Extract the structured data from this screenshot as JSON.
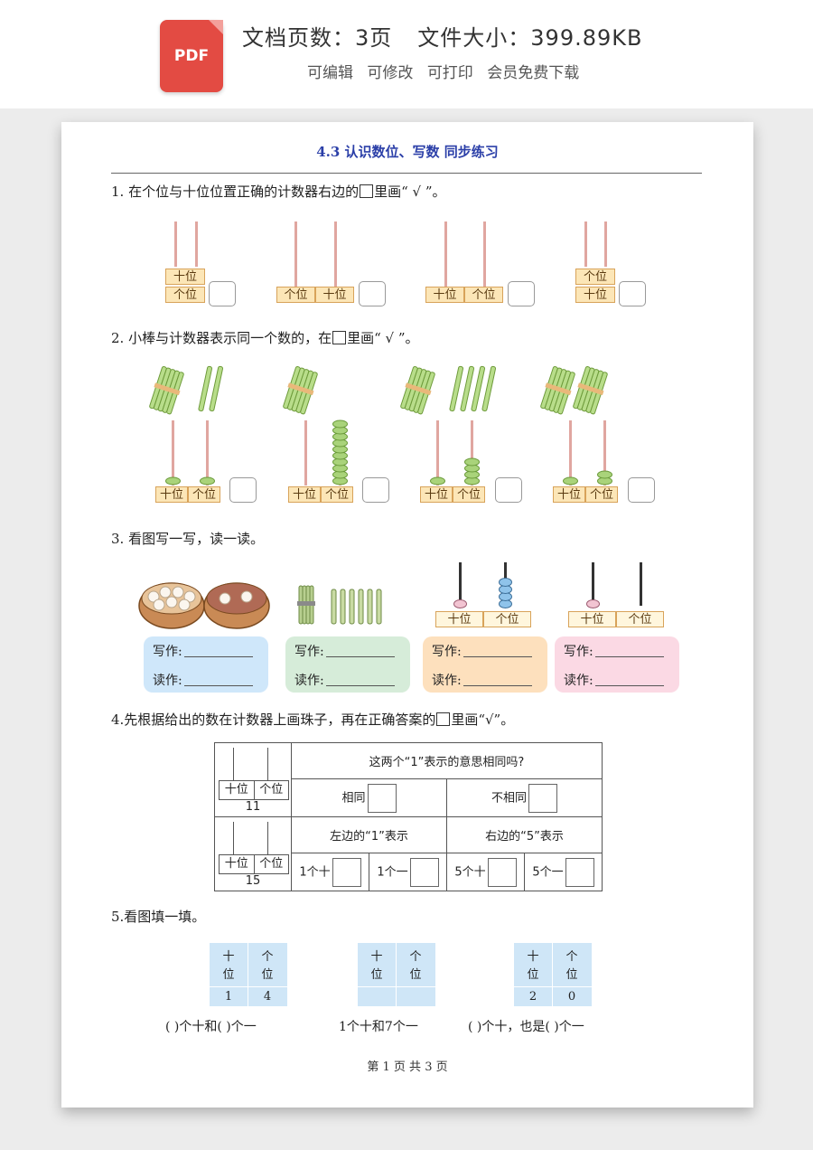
{
  "header": {
    "badge": "PDF",
    "pages": "文档页数：3页",
    "size": "文件大小：399.89KB",
    "features": [
      "可编辑",
      "可修改",
      "可打印",
      "会员免费下载"
    ]
  },
  "doc": {
    "title": "4.3 认识数位、写数 同步练习",
    "footer": "第 1 页 共 3 页"
  },
  "q1": {
    "prompt_a": "1. 在个位与十位位置正确的计数器右边的",
    "prompt_b": "里画“ √ ”。",
    "counters": [
      {
        "top": "十位",
        "bottom": "个位"
      },
      {
        "left": "个位",
        "right": "十位"
      },
      {
        "left": "十位",
        "right": "个位"
      },
      {
        "top": "个位",
        "bottom": "十位"
      }
    ]
  },
  "labels": {
    "tens": "十位",
    "ones": "个位",
    "write": "写作:",
    "read": "读作:"
  },
  "q2": {
    "prompt_a": "2. 小棒与计数器表示同一个数的，在",
    "prompt_b": "里画“ √ ”。",
    "sticks": [
      {
        "bundles": 1,
        "singles": 2
      },
      {
        "bundles": 1,
        "singles": 0
      },
      {
        "bundles": 1,
        "singles": 4
      },
      {
        "bundles": 2,
        "singles": 0
      }
    ],
    "beads": [
      {
        "tens": 1,
        "ones": 1
      },
      {
        "tens": 0,
        "ones": 10
      },
      {
        "tens": 1,
        "ones": 4
      },
      {
        "tens": 1,
        "ones": 2
      }
    ]
  },
  "q3": {
    "prompt": "3. 看图写一写，读一读。",
    "cards": [
      {
        "bg": "#cfe7fa"
      },
      {
        "bg": "#d6ecd9"
      },
      {
        "bg": "#fde0bd"
      },
      {
        "bg": "#fbd9e4"
      }
    ],
    "counters": [
      {
        "tens": 1,
        "ones": 4
      },
      {
        "tens": 1,
        "ones": 0
      }
    ]
  },
  "q4": {
    "prompt_a": "4.先根据给出的数在计数器上画珠子，再在正确答案的",
    "prompt_b": "里画“√”。",
    "num1": "11",
    "num2": "15",
    "question": "这两个“1”表示的意思相同吗?",
    "same": "相同",
    "not_same": "不相同",
    "left_one": "左边的“1”表示",
    "right_five": "右边的“5”表示",
    "opt1": "1个十",
    "opt2": "1个一",
    "opt3": "5个十",
    "opt4": "5个一"
  },
  "q5": {
    "prompt": "5.看图填一填。",
    "tables": [
      {
        "tens": "1",
        "ones": "4"
      },
      {
        "tens": "",
        "ones": ""
      },
      {
        "tens": "2",
        "ones": "0"
      }
    ],
    "head_tens_1": "十",
    "head_tens_2": "位",
    "head_ones_1": "个",
    "head_ones_2": "位",
    "fill1": "(      )个十和(      )个一",
    "fill2": "1个十和7个一",
    "fill3": "(      )个十，也是(      )个一"
  }
}
